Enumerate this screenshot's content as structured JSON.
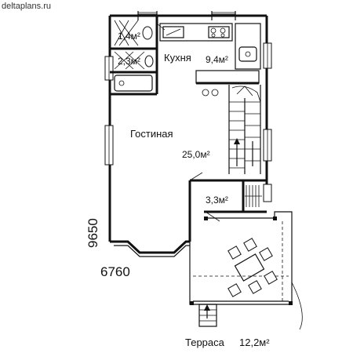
{
  "site": {
    "watermark": "deltaplans.ru"
  },
  "rooms": {
    "bath_small": {
      "area": "1,4м²"
    },
    "bath_2": {
      "area": "2,3м²"
    },
    "kitchen": {
      "name": "Кухня",
      "area": "9,4м²"
    },
    "living": {
      "name": "Гостиная",
      "area": "25,0м²"
    },
    "storage": {
      "area": "3,3м²"
    },
    "terrace": {
      "name": "Терраса",
      "area": "12,2м²"
    }
  },
  "dimensions": {
    "length": "9650",
    "width": "6760"
  }
}
